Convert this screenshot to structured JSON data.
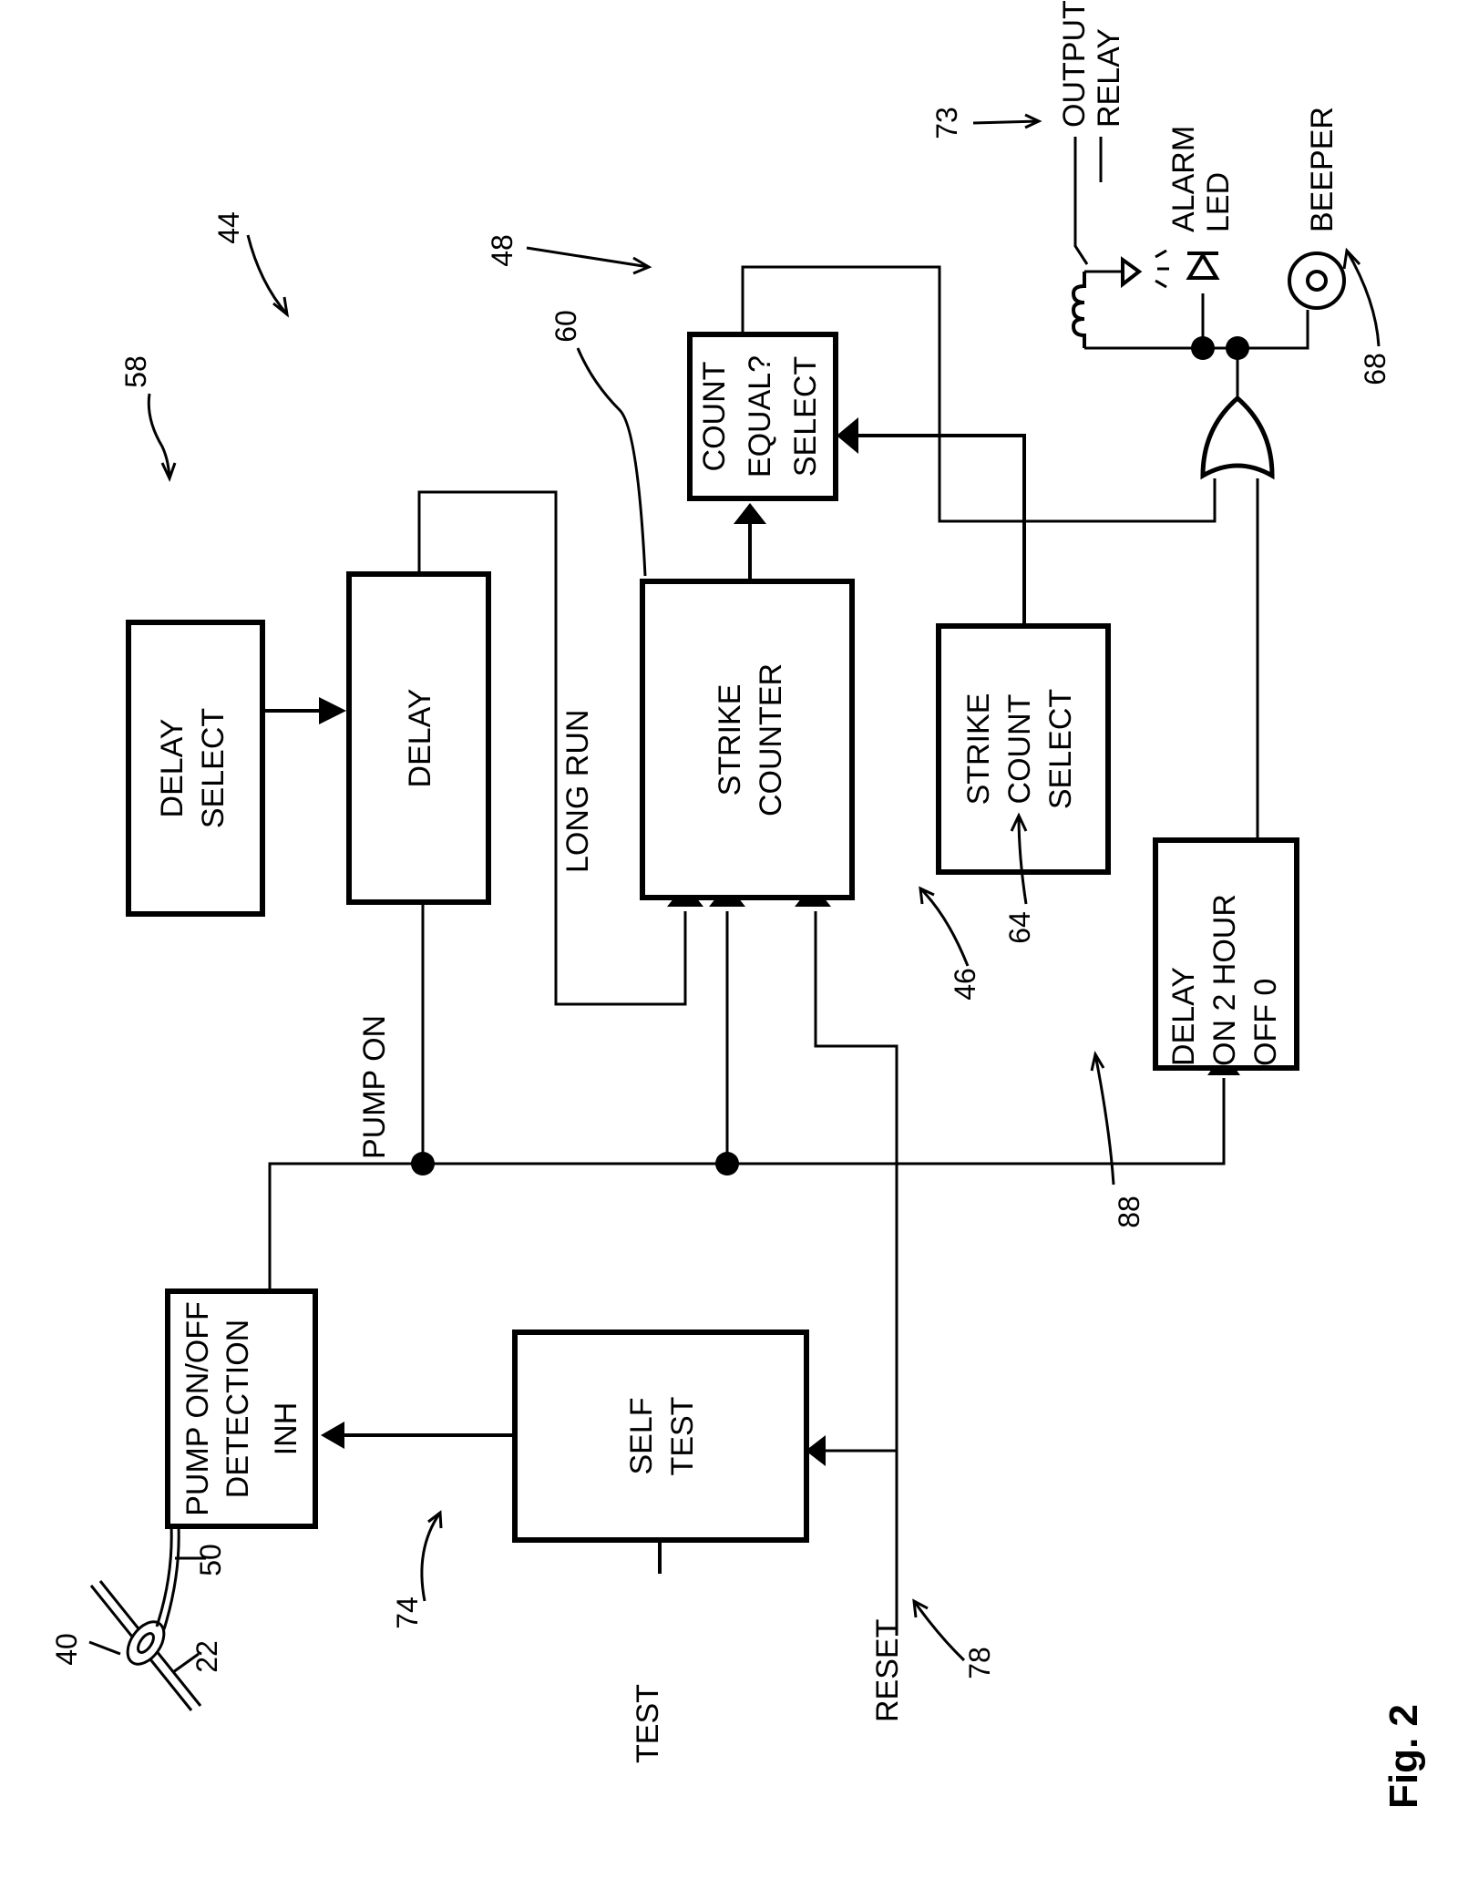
{
  "figure": {
    "title": "Fig. 2"
  },
  "blocks": {
    "delay_select": [
      "DELAY",
      "SELECT"
    ],
    "delay": [
      "DELAY"
    ],
    "strike_counter": [
      "STRIKE",
      "COUNTER"
    ],
    "count_equal_select": [
      "COUNT",
      "EQUAL?",
      "SELECT"
    ],
    "strike_count_select": [
      "STRIKE",
      "COUNT",
      "SELECT"
    ],
    "delay_on_off": [
      "DELAY",
      "ON 2 HOUR",
      "OFF 0"
    ],
    "pump_detection": [
      "PUMP ON/OFF",
      "DETECTION",
      "INH"
    ],
    "self_test": [
      "SELF",
      "TEST"
    ]
  },
  "signals": {
    "pump_on": "PUMP ON",
    "long_run": "LONG RUN",
    "test": "TEST",
    "reset": "RESET"
  },
  "outputs": {
    "output_relay": [
      "OUTPUT",
      "RELAY"
    ],
    "alarm_led": [
      "ALARM",
      "LED"
    ],
    "beeper": "BEEPER"
  },
  "refs": {
    "r44": "44",
    "r48": "48",
    "r58": "58",
    "r60": "60",
    "r73": "73",
    "r68": "68",
    "r46": "46",
    "r64": "64",
    "r88": "88",
    "r40": "40",
    "r22": "22",
    "r50": "50",
    "r74": "74",
    "r78": "78"
  }
}
